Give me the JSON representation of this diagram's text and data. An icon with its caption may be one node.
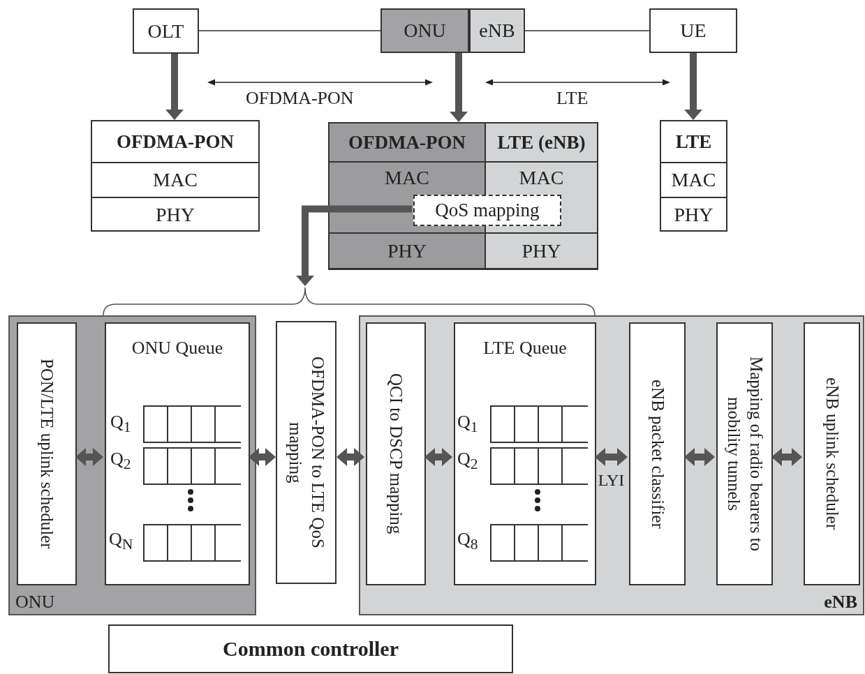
{
  "diagram": {
    "nodes": [
      {
        "text": [
          "OLT"
        ]
      },
      {
        "text": [
          "ONU"
        ]
      },
      {
        "text": [
          "eNB"
        ]
      },
      {
        "text": [
          "UE"
        ]
      },
      {
        "text": [
          "OFDMA-PON",
          "MAC",
          "PHY"
        ]
      },
      {
        "text": [
          "OFDMA-PON",
          "LTE (eNB)",
          "MAC",
          "MAC",
          "PHY",
          "PHY"
        ]
      },
      {
        "text": [
          "QoS mapping"
        ],
        "in": 5
      },
      {
        "text": [
          "LTE",
          "MAC",
          "PHY"
        ]
      },
      {
        "text": [
          "ONU"
        ]
      },
      {
        "text": [
          "PON/LTE uplink scheduler"
        ],
        "in": 8
      },
      {
        "text": [
          "ONU Queue"
        ],
        "in": 8
      },
      {
        "text": [
          "OFDMA-PON to LTE QoS mapping"
        ]
      },
      {
        "text": [
          "eNB"
        ]
      },
      {
        "text": [
          "QCI to DSCP mapping"
        ],
        "in": 12
      },
      {
        "text": [
          "LTE Queue"
        ],
        "in": 12
      },
      {
        "text": [
          "eNB packet classifier"
        ],
        "in": 12
      },
      {
        "text": [
          "Mapping of radio bearers to mobility tunnels"
        ],
        "in": 12
      },
      {
        "text": [
          "eNB uplink scheduler"
        ],
        "in": 12
      },
      {
        "text": [
          "Common controller"
        ]
      }
    ],
    "edges": [
      {
        "from": 0,
        "to": 1,
        "arrow": "none"
      },
      {
        "from": 2,
        "to": 3,
        "arrow": "none"
      },
      {
        "from": 0,
        "to": 4,
        "arrow": "to"
      },
      {
        "from": 1,
        "to": 5,
        "arrow": "to"
      },
      {
        "from": 3,
        "to": 7,
        "arrow": "to"
      },
      {
        "from": 6,
        "to": null,
        "arrow": "to"
      },
      {
        "from": 9,
        "to": 10,
        "arrow": "both"
      },
      {
        "from": 10,
        "to": 11,
        "arrow": "both"
      },
      {
        "from": 11,
        "to": 13,
        "arrow": "both"
      },
      {
        "from": 13,
        "to": 14,
        "arrow": "both"
      },
      {
        "from": 14,
        "to": 15,
        "arrow": "both",
        "label": "LYI"
      },
      {
        "from": 15,
        "to": 16,
        "arrow": "both"
      },
      {
        "from": 16,
        "to": 17,
        "arrow": "both"
      }
    ],
    "labels": [
      "OFDMA-PON",
      "LTE",
      "Q$_{1}$",
      "Q$_{2}$",
      "Q$_{N}$",
      "Q$_{1}$",
      "Q$_{2}$",
      "Q$_{8}$"
    ]
  }
}
